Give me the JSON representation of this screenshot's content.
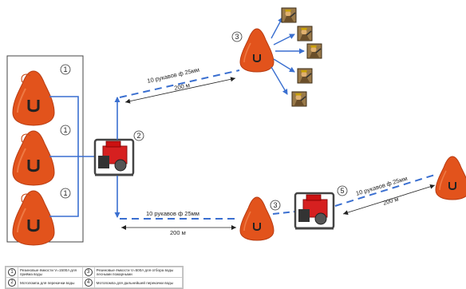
{
  "upper_route": {
    "hoses": "10 рукавов ф 25мм",
    "distance": "200 м"
  },
  "lower_route": {
    "hoses": "10 рукавов ф 25мм",
    "distance": "200 м"
  },
  "right_route": {
    "hoses": "10 рукавов ф 25мм",
    "distance": "200 м"
  },
  "markers": {
    "tank_1": "1",
    "tank_2": "1",
    "tank_3": "1",
    "pump_main": "2",
    "tank_upper": "3",
    "tank_lower": "3",
    "pump_secondary": "5"
  },
  "legend": {
    "items": [
      {
        "num": "1",
        "text": "Резиновые ёмкости V=1500л для приёма воды"
      },
      {
        "num": "3",
        "text": "Резиновые ёмкости V=500л для отбора воды лесными пожарными"
      },
      {
        "num": "2",
        "text": "Мотопомпа для перекачки воды"
      },
      {
        "num": "4",
        "text": "Мотопомпа для дальнейшей перекачки воды"
      }
    ]
  },
  "colors": {
    "tank": "#e2531c",
    "tank_dark": "#b83c12",
    "hose": "#3a6fd0",
    "pump_red": "#d62020",
    "frame": "#555555",
    "firefighter": "#6b4f2a"
  }
}
